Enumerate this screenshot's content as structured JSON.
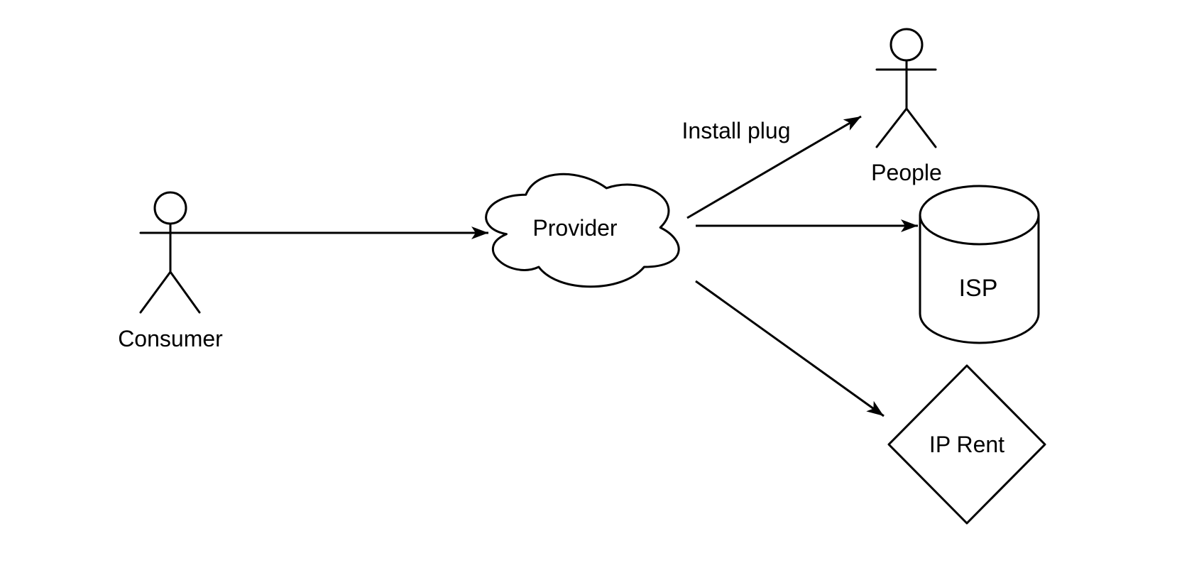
{
  "diagram": {
    "background_color": "#ffffff",
    "stroke_color": "#000000",
    "shape_fill_color": "#ffffff",
    "nodes": {
      "consumer": {
        "label": "Consumer",
        "shape": "stick-figure-actor"
      },
      "provider": {
        "label": "Provider",
        "shape": "cloud"
      },
      "people": {
        "label": "People",
        "shape": "stick-figure-actor"
      },
      "isp": {
        "label": "ISP",
        "shape": "database-cylinder"
      },
      "ip_rent": {
        "label": "IP Rent",
        "shape": "diamond-decision"
      }
    },
    "edges": [
      {
        "from": "Consumer",
        "to": "Provider",
        "label": "",
        "arrow": "filled-triangle"
      },
      {
        "from": "Provider",
        "to": "People",
        "label": "Install plug",
        "arrow": "filled-triangle"
      },
      {
        "from": "Provider",
        "to": "ISP",
        "label": "",
        "arrow": "filled-triangle"
      },
      {
        "from": "Provider",
        "to": "IP Rent",
        "label": "",
        "arrow": "filled-triangle"
      }
    ]
  }
}
